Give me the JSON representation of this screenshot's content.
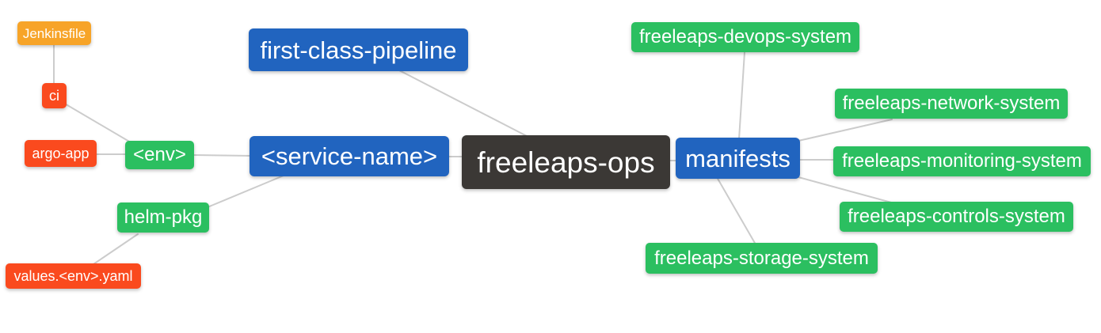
{
  "colors": {
    "root_node": "#3b3835",
    "level1_node": "#2164bf",
    "level2_node": "#2bbf60",
    "level3_node": "#fa4a1e",
    "level4_node": "#f7a428",
    "edge": "#cccccc",
    "text": "#ffffff",
    "background": "#ffffff"
  },
  "nodes": {
    "freeleaps_ops": {
      "label": "freeleaps-ops",
      "level": 0
    },
    "first_class_pipeline": {
      "label": "first-class-pipeline",
      "level": 1
    },
    "service_name": {
      "label": "<service-name>",
      "level": 1
    },
    "manifests": {
      "label": "manifests",
      "level": 1
    },
    "env": {
      "label": "<env>",
      "level": 2
    },
    "helm_pkg": {
      "label": "helm-pkg",
      "level": 2
    },
    "devops_system": {
      "label": "freeleaps-devops-system",
      "level": 2
    },
    "network_system": {
      "label": "freeleaps-network-system",
      "level": 2
    },
    "monitoring_system": {
      "label": "freeleaps-monitoring-system",
      "level": 2
    },
    "controls_system": {
      "label": "freeleaps-controls-system",
      "level": 2
    },
    "storage_system": {
      "label": "freeleaps-storage-system",
      "level": 2
    },
    "ci": {
      "label": "ci",
      "level": 3
    },
    "argo_app": {
      "label": "argo-app",
      "level": 3
    },
    "values_env_yaml": {
      "label": "values.<env>.yaml",
      "level": 3
    },
    "jenkinsfile": {
      "label": "Jenkinsfile",
      "level": 4
    }
  },
  "edges": [
    {
      "from": "jenkinsfile",
      "to": "ci"
    },
    {
      "from": "ci",
      "to": "env"
    },
    {
      "from": "argo_app",
      "to": "env"
    },
    {
      "from": "env",
      "to": "service_name"
    },
    {
      "from": "helm_pkg",
      "to": "service_name"
    },
    {
      "from": "values_env_yaml",
      "to": "helm_pkg"
    },
    {
      "from": "first_class_pipeline",
      "to": "freeleaps_ops"
    },
    {
      "from": "service_name",
      "to": "freeleaps_ops"
    },
    {
      "from": "freeleaps_ops",
      "to": "manifests"
    },
    {
      "from": "manifests",
      "to": "devops_system"
    },
    {
      "from": "manifests",
      "to": "network_system"
    },
    {
      "from": "manifests",
      "to": "monitoring_system"
    },
    {
      "from": "manifests",
      "to": "controls_system"
    },
    {
      "from": "manifests",
      "to": "storage_system"
    }
  ]
}
